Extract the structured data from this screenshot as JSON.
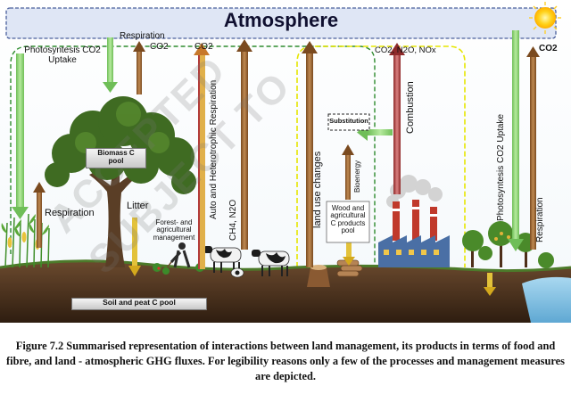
{
  "header": {
    "title": "Atmosphere"
  },
  "labels": {
    "photosynthesis_left": "Photosyntesis CO2\nUptake",
    "respiration_top": "Respiration",
    "co2_top_left": "CO2",
    "co2_top_mid": "CO2",
    "co2_n2o_nox": "CO2, N2O, NOx",
    "co2_right": "CO2",
    "auto_hetero": "Auto and Heterotrophic Respiration",
    "ch4_n2o": "CH4, N2O",
    "land_use": "land use changes",
    "combustion": "Combustion",
    "bioenergy": "Bioenergy",
    "substitution": "Substitution",
    "photosynthesis_right": "Photosyntesis CO2 Uptake",
    "respiration_right": "Respiration",
    "respiration_left": "Respiration",
    "litter": "Litter",
    "forest_mgmt": "Forest- and\nagricultural\nmanagement",
    "wood_products": "Wood and\nagricultural\nC products\npool"
  },
  "pools": {
    "biomass": "Biomass C\npool",
    "soil": "Soil and peat C pool"
  },
  "watermark": {
    "line1": "ACCEPTED",
    "line2": "SUBJECT TO"
  },
  "caption": "Figure 7.2 Summarised representation of interactions between land management, its products in terms of food and fibre, and land - atmospheric GHG fluxes. For legibility reasons only a few of the processes and management measures are depicted.",
  "colors": {
    "green_arrow": "#8fd27a",
    "brown_arrow": "#8b5a2b",
    "red_arrow": "#b23a3a",
    "green_loop": "#2e8b2e",
    "yellow_loop": "#e6e600",
    "header_fill": "#dfe6f5",
    "header_border": "#4a5f9c"
  }
}
